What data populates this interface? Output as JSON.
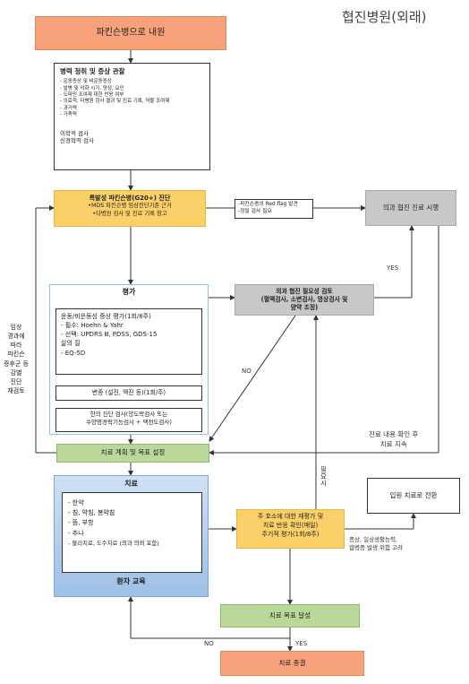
{
  "title": "협진병원(외래)",
  "start": "파킨슨병으로 내원",
  "history": {
    "heading": "병력 청취 및 증상 관찰",
    "items": [
      "- 운동증상 및 비운동증상",
      "- 발병 및 악화 시기, 양상, 요인",
      "- 도파민 조여제 대한 반응 여부",
      "- 의료적, 타병원 검사 결과 및 진료 기록, 약물 조여제",
      "- 과거력",
      "- 가족력"
    ],
    "exam1": "이학적 검사",
    "exam2": "신경학적 검사"
  },
  "diagnosis": {
    "heading": "특발성 파킨슨병(G20+) 진단",
    "line1": "•MDS 파킨슨병 임상진단기준 근거",
    "line2": "•타병원 검사 및 진료 기록 참고"
  },
  "redflag": {
    "line1": "-파킨슨증의 Red flag 발견",
    "line2": "-정밀 검사 필요"
  },
  "collab_treat": "의과 협진 진료 시행",
  "yes_label": "YES",
  "no_label": "NO",
  "collab_review": {
    "line1": "의과 협진 필요성 검토",
    "line2": "(혈액검사, 소변검사, 영상검사 및",
    "line3": "양약 조정)"
  },
  "assessment": {
    "heading": "평가",
    "box1_lines": [
      "운동/비운동성 증상 평가(1회/8주)",
      "- 필수: Hoehn & Yahr",
      "- 선택: UPDRS Ⅲ, PDSS, GDS-15",
      "삶의 질",
      "- EQ-5D"
    ],
    "box2": "변증 (설진, 맥진 등)(1회/주)",
    "box3_line1": "한의 진단 검사(양도락검사 또는",
    "box3_line2": "수양명경락기능검사 + 맥전도검사)"
  },
  "side_note": [
    "임상",
    "경과에",
    "따라",
    "파킨슨",
    "증후군 등",
    "감별",
    "진단",
    "재검토"
  ],
  "confirm_note": {
    "line1": "진료 내용 확인 후",
    "line2": "치료 지속"
  },
  "plan": "치료 계획 및 목표 설정",
  "treatment": {
    "heading": "치료",
    "items": [
      "- 한약",
      "- 침, 약침, 봉약침",
      "- 뜸, 부항",
      "- 추나",
      "- 물리치료, 도수치료 (의과 의뢰 포함)"
    ],
    "footer": "환자 교육"
  },
  "reassess": {
    "line1": "주 호소에 대한 재평가 및",
    "line2": "치료 반응 확인(매일)",
    "line3": "주기적 평가(1회/8주)"
  },
  "necessary": "필요시",
  "inpatient": "입원 치료로 전환",
  "inpatient_note": {
    "line1": "증상, 일상생활능력,",
    "line2": "합병증 발생 위험 고려"
  },
  "goal": "치료 목표 달성",
  "goal_no": "NO",
  "goal_yes": "YES",
  "end": "치료 종결"
}
